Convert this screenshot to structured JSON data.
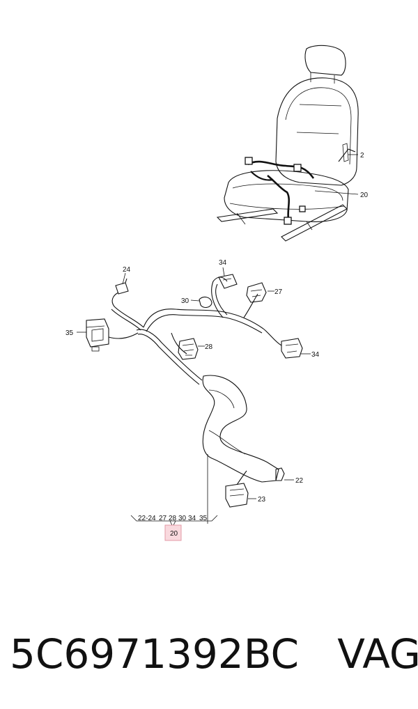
{
  "callouts": {
    "seat_2": "2",
    "seat_20": "20",
    "c24": "24",
    "c34_top": "34",
    "c27": "27",
    "c30": "30",
    "c35": "35",
    "c28": "28",
    "c34_right": "34",
    "c22": "22",
    "c23": "23"
  },
  "reference_list": [
    "22-24",
    "27",
    "28",
    "30",
    "34",
    "35"
  ],
  "highlighted_part": "20",
  "colors": {
    "highlight_fill": "#f9d9de",
    "highlight_stroke": "#e39aa6",
    "line": "#111111"
  },
  "footer": {
    "part_number": "5C6971392BC",
    "brand": "VAG"
  }
}
